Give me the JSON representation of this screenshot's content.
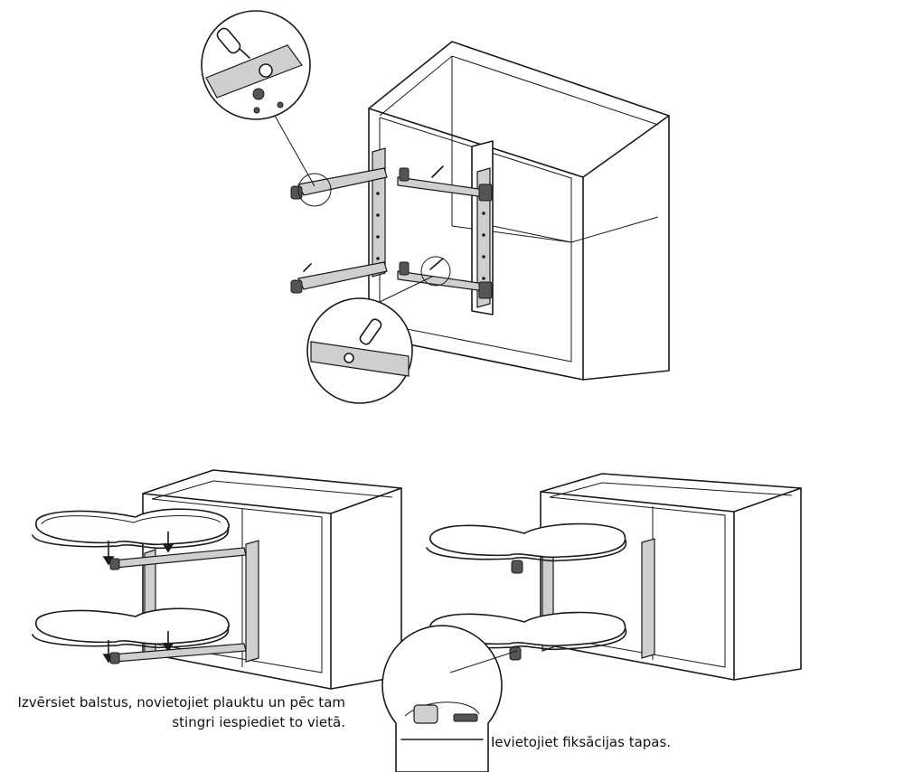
{
  "captions": {
    "step_extend_line1": "Izvērsiet balstus, novietojiet plauktu un pēc tam",
    "step_extend_line2": "stingri iespiediet  to vietā.",
    "step_pins": "Ievietojiet  fiksācijas tapas."
  }
}
